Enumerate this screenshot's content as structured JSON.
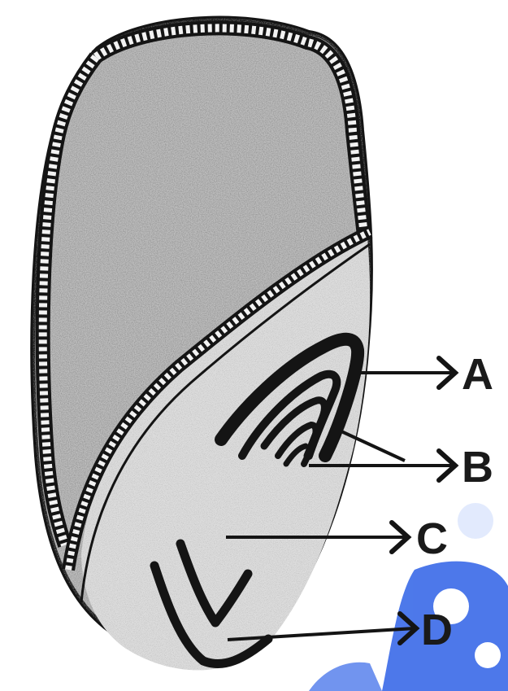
{
  "labels": {
    "a": "A",
    "b": "B",
    "c": "C",
    "d": "D"
  },
  "colors": {
    "outline": "#141414",
    "endosperm_fill": "#bdbdbd",
    "embryo_fill": "#dcdcdc",
    "cell_layer": "#f2f2f2",
    "watermark": "#2f5fe6"
  },
  "icons": {
    "watermark": "watermark-logo"
  }
}
